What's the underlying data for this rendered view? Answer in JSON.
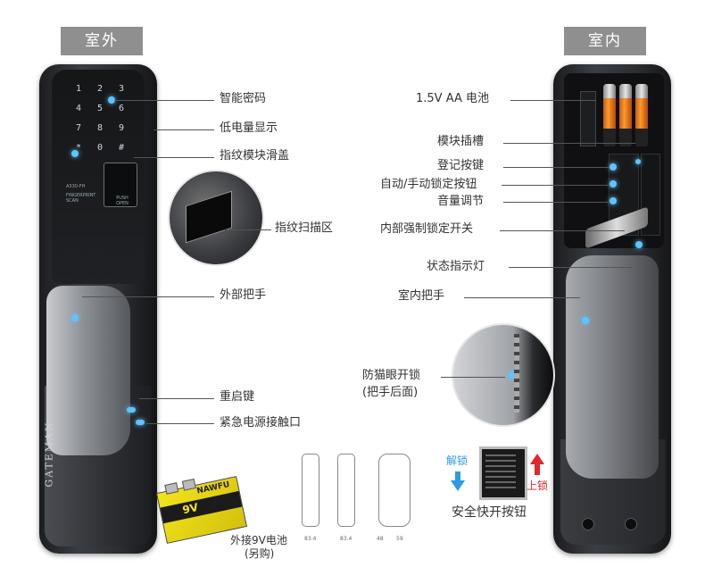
{
  "tags": {
    "outdoor": "室外",
    "indoor": "室内"
  },
  "outdoor_labels": {
    "smart_password": "智能密码",
    "low_battery": "低电量显示",
    "fp_cover": "指纹模块滑盖",
    "fp_scan": "指纹扫描区",
    "outer_handle": "外部把手",
    "reset_key": "重启键",
    "emergency_contact": "紧急电源接触口"
  },
  "indoor_labels": {
    "battery": "1.5V AA 电池",
    "module_slot": "模块插槽",
    "register_key": "登记按键",
    "auto_manual": "自动/手动锁定按钮",
    "volume": "音量调节",
    "force_lock": "内部强制锁定开关",
    "status_led": "状态指示灯",
    "inner_handle": "室内把手",
    "anti_peep": "防猫眼开锁",
    "anti_peep_sub": "(把手后面)"
  },
  "battery_9v": {
    "line1": "外接9V电池",
    "line2": "(另购)",
    "brand": "NAWFU",
    "volt": "9V"
  },
  "quick_button": {
    "unlock": "解锁",
    "lock": "上锁",
    "caption": "安全快开按钮"
  },
  "keypad": [
    "1",
    "2",
    "3",
    "4",
    "5",
    "6",
    "7",
    "8",
    "9",
    "*",
    "0",
    "#"
  ],
  "lock_text": {
    "model": "A330-FH",
    "fp_label": "FINGERPRINT SCAN",
    "push_open": "PUSH OPEN",
    "brand": "GATEMAN"
  },
  "dimensions": [
    "83.4",
    "83.4",
    "48",
    "59"
  ],
  "colors": {
    "tag_bg": "#8f8f8f",
    "led_blue": "#5cc4ff",
    "unlock_blue": "#2d9be6",
    "lock_red": "#e3262a"
  }
}
